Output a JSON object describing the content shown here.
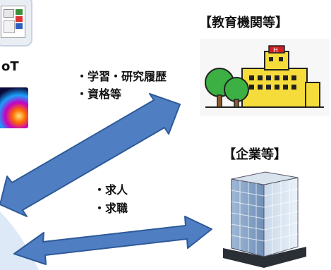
{
  "diagram": {
    "left_partial_text": "oT",
    "edu": {
      "heading": "【教育機関等】",
      "items": [
        "・学習・研究履歴",
        "・資格等"
      ]
    },
    "corp": {
      "heading": "【企業等】",
      "items": [
        "・求人",
        "・求職"
      ]
    }
  },
  "colors": {
    "arrow_fill": "#4f7ec2",
    "arrow_stroke": "#2e5a99",
    "bg_curve": "#dde9f7"
  }
}
